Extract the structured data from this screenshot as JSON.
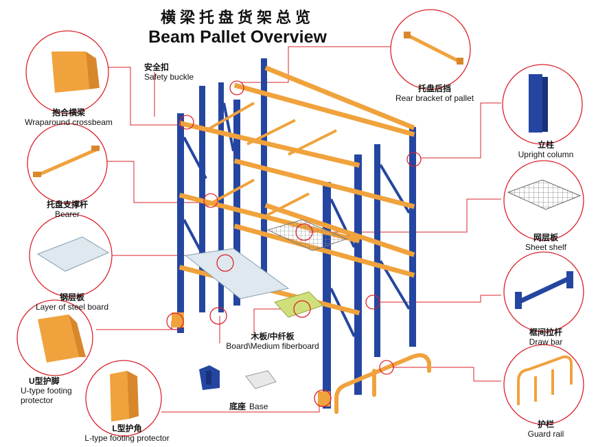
{
  "title": {
    "cn": "横梁托盘货架总览",
    "en": "Beam Pallet Overview"
  },
  "components": {
    "safety_buckle": {
      "cn": "安全扣",
      "en": "Safety buckle"
    },
    "wraparound_crossbeam": {
      "cn": "抱合横梁",
      "en": "Wraparound crossbeam"
    },
    "bearer": {
      "cn": "托盘支撑杆",
      "en": "Bearer"
    },
    "steel_board": {
      "cn": "钢层板",
      "en": "Layer of steel board"
    },
    "u_footing": {
      "cn": "U型护脚",
      "en_line1": "U-type footing",
      "en_line2": "protector"
    },
    "l_footing": {
      "cn": "L型护角",
      "en": "L-type footing protector"
    },
    "base": {
      "cn": "底座",
      "en": "Base"
    },
    "board": {
      "cn": "木板/中纤板",
      "en": "Board\\Medium fiberboard"
    },
    "rear_bracket": {
      "cn": "托盘后挡",
      "en": "Rear bracket of pallet"
    },
    "upright": {
      "cn": "立柱",
      "en": "Upright column"
    },
    "sheet_shelf": {
      "cn": "网层板",
      "en": "Sheet shelf"
    },
    "draw_bar": {
      "cn": "框间拉杆",
      "en": "Draw bar"
    },
    "guard_rail": {
      "cn": "护栏",
      "en": "Guard rail"
    }
  },
  "colors": {
    "upright": "#2446a0",
    "beam": "#f0a23c",
    "callout": "#d9232a",
    "board": "#dfe8ee",
    "wood": "#cfe07a"
  }
}
